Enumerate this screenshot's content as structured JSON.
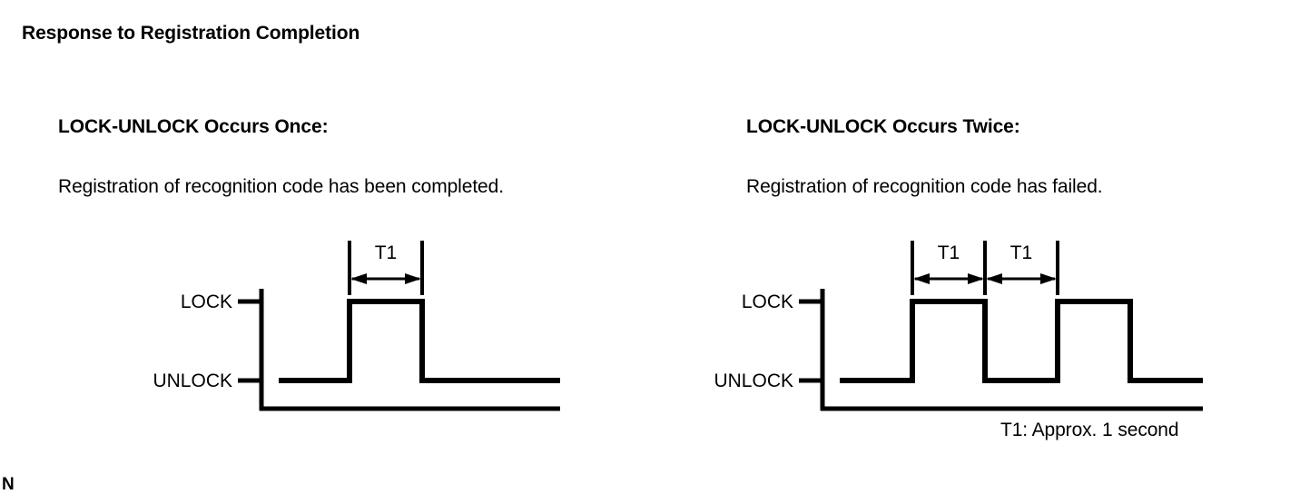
{
  "document": {
    "title": "Response to Registration Completion",
    "page_marker": "N"
  },
  "columns": [
    {
      "id": "lock-unlock-once",
      "heading": "LOCK-UNLOCK Occurs Once:",
      "body": "Registration of recognition code has been completed.",
      "diagram": {
        "high_label": "LOCK",
        "low_label": "UNLOCK",
        "dimension_labels": [
          "T1"
        ]
      }
    },
    {
      "id": "lock-unlock-twice",
      "heading": "LOCK-UNLOCK Occurs Twice:",
      "body": "Registration of recognition code has failed.",
      "diagram": {
        "high_label": "LOCK",
        "low_label": "UNLOCK",
        "dimension_labels": [
          "T1",
          "T1"
        ]
      }
    }
  ],
  "footnote": "T1: Approx. 1 second",
  "colors": {
    "ink": "#000000",
    "background": "#ffffff"
  },
  "chart_data": {
    "type": "line",
    "title": "Response to Registration Completion",
    "xlabel": "",
    "ylabel": "",
    "series": [
      {
        "name": "LOCK-UNLOCK Occurs Once",
        "states": [
          "UNLOCK",
          "LOCK",
          "UNLOCK"
        ],
        "pulse_count": 1,
        "pulse_duration_label": "T1",
        "pulse_duration_seconds": 1,
        "x": [
          286,
          385,
          385,
          465,
          465,
          617
        ],
        "y": [
          "UNLOCK",
          "UNLOCK",
          "LOCK",
          "LOCK",
          "UNLOCK",
          "UNLOCK"
        ]
      },
      {
        "name": "LOCK-UNLOCK Occurs Twice",
        "states": [
          "UNLOCK",
          "LOCK",
          "UNLOCK",
          "LOCK",
          "UNLOCK"
        ],
        "pulse_count": 2,
        "pulse_duration_label": "T1",
        "pulse_duration_seconds": 1,
        "x": [
          904,
          1005,
          1005,
          1085,
          1085,
          1165,
          1165,
          1245,
          1245,
          1325
        ],
        "y": [
          "UNLOCK",
          "UNLOCK",
          "LOCK",
          "LOCK",
          "UNLOCK",
          "UNLOCK",
          "LOCK",
          "LOCK",
          "UNLOCK",
          "UNLOCK"
        ]
      }
    ],
    "y_levels": [
      "UNLOCK",
      "LOCK"
    ],
    "annotations": [
      "T1: Approx. 1 second"
    ],
    "grid": false,
    "legend": "none"
  }
}
